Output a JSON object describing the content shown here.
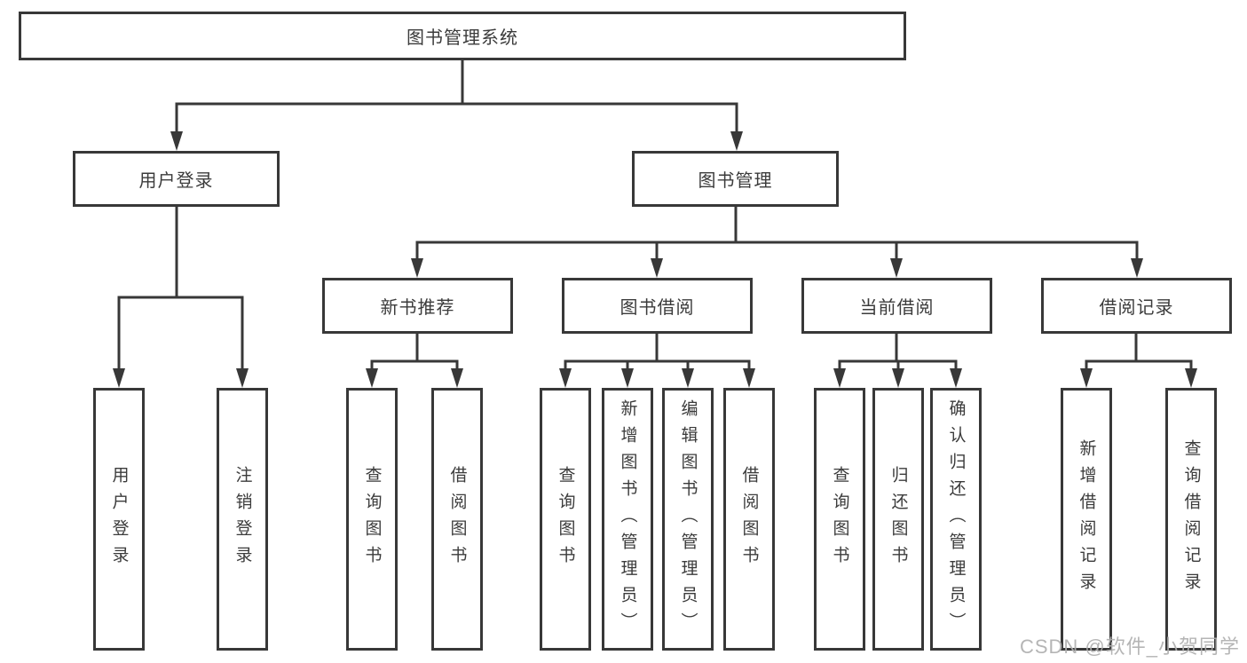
{
  "diagram": {
    "root": {
      "label": "图书管理系统"
    },
    "login": {
      "label": "用户登录",
      "children": [
        {
          "label": "用户登录"
        },
        {
          "label": "注销登录"
        }
      ]
    },
    "management": {
      "label": "图书管理",
      "children": [
        {
          "label": "新书推荐",
          "children": [
            {
              "label": "查询图书"
            },
            {
              "label": "借阅图书"
            }
          ]
        },
        {
          "label": "图书借阅",
          "children": [
            {
              "label": "查询图书"
            },
            {
              "label": "新增图书（管理员）"
            },
            {
              "label": "编辑图书（管理员）"
            },
            {
              "label": "借阅图书"
            }
          ]
        },
        {
          "label": "当前借阅",
          "children": [
            {
              "label": "查询图书"
            },
            {
              "label": "归还图书"
            },
            {
              "label": "确认归还（管理员）"
            }
          ]
        },
        {
          "label": "借阅记录",
          "children": [
            {
              "label": "新增借阅记录"
            },
            {
              "label": "查询借阅记录"
            }
          ]
        }
      ]
    }
  },
  "watermark": {
    "text": "CSDN @软件_小贺同学"
  },
  "colors": {
    "line": "#383838",
    "text": "#3b3b3b",
    "background": "#ffffff",
    "watermark": "#afafaf"
  }
}
